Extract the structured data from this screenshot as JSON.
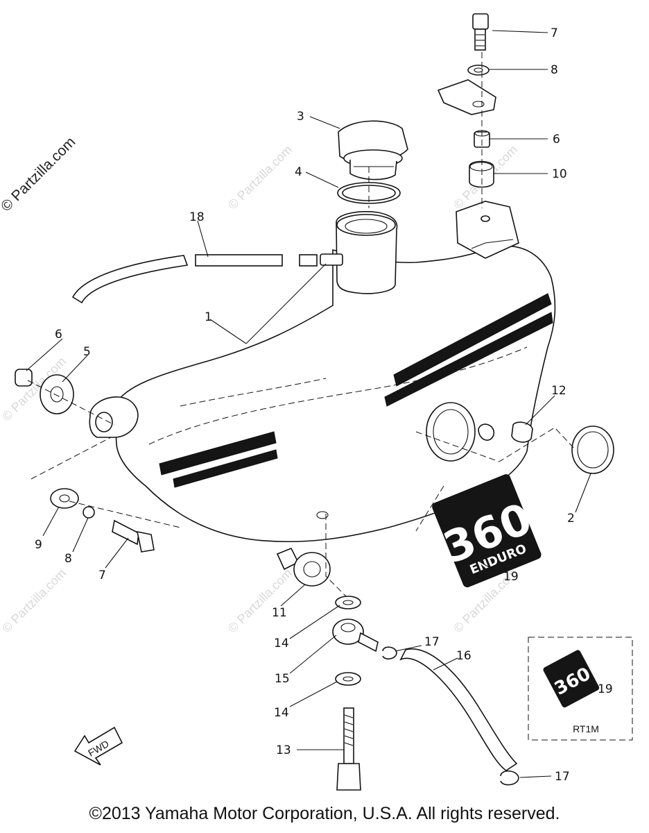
{
  "watermarks": {
    "side": "© Partzilla.com",
    "faint": "© Partzilla.com"
  },
  "callouts": {
    "c1": "1",
    "c2": "2",
    "c3": "3",
    "c4": "4",
    "c5": "5",
    "c6a": "6",
    "c6b": "6",
    "c7a": "7",
    "c7b": "7",
    "c8a": "8",
    "c8b": "8",
    "c9": "9",
    "c10": "10",
    "c11": "11",
    "c12": "12",
    "c13": "13",
    "c14a": "14",
    "c14b": "14",
    "c15": "15",
    "c16": "16",
    "c17a": "17",
    "c17b": "17",
    "c18": "18",
    "c19a": "19",
    "c19b": "19"
  },
  "decal": {
    "number": "360",
    "word": "ENDURO"
  },
  "variant_box": {
    "label": "RT1M"
  },
  "fwd_arrow": {
    "label": "FWD"
  },
  "copyright": "©2013 Yamaha Motor Corporation, U.S.A. All rights reserved."
}
